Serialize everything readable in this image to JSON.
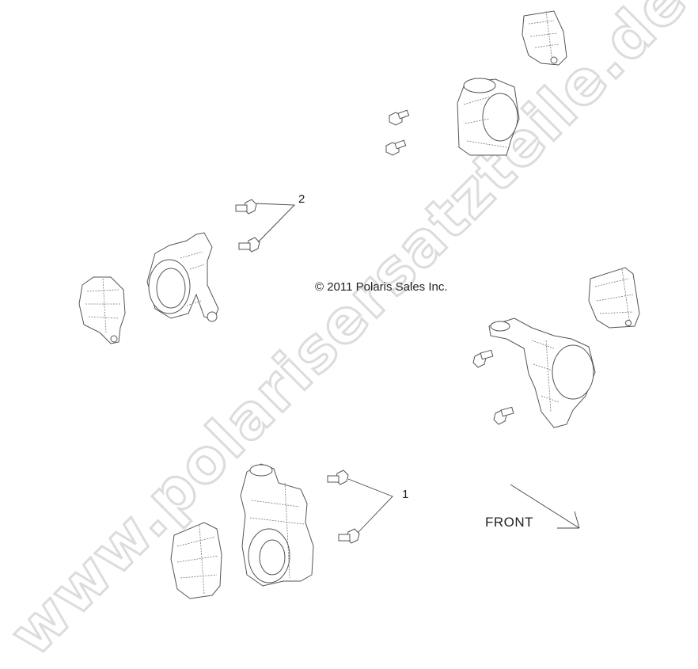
{
  "diagram": {
    "copyright": "© 2011 Polaris Sales Inc.",
    "watermark": "www.polarisersatzteile.de",
    "direction_label": "FRONT",
    "callouts": [
      {
        "number": "1",
        "refers_to": "lower bolts (front-right knuckle group)"
      },
      {
        "number": "2",
        "refers_to": "upper-left bolts (rear bearing carrier group)"
      }
    ],
    "assemblies": [
      {
        "name": "caliper-top-right"
      },
      {
        "name": "bearing-carrier-top"
      },
      {
        "name": "bearing-carrier-left"
      },
      {
        "name": "caliper-left"
      },
      {
        "name": "caliper-right"
      },
      {
        "name": "steering-knuckle-right"
      },
      {
        "name": "steering-knuckle-bottom"
      },
      {
        "name": "caliper-bottom"
      }
    ],
    "colors": {
      "line": "#555555",
      "text": "#222222",
      "watermark": "#dcdcdc",
      "background": "#ffffff"
    }
  }
}
